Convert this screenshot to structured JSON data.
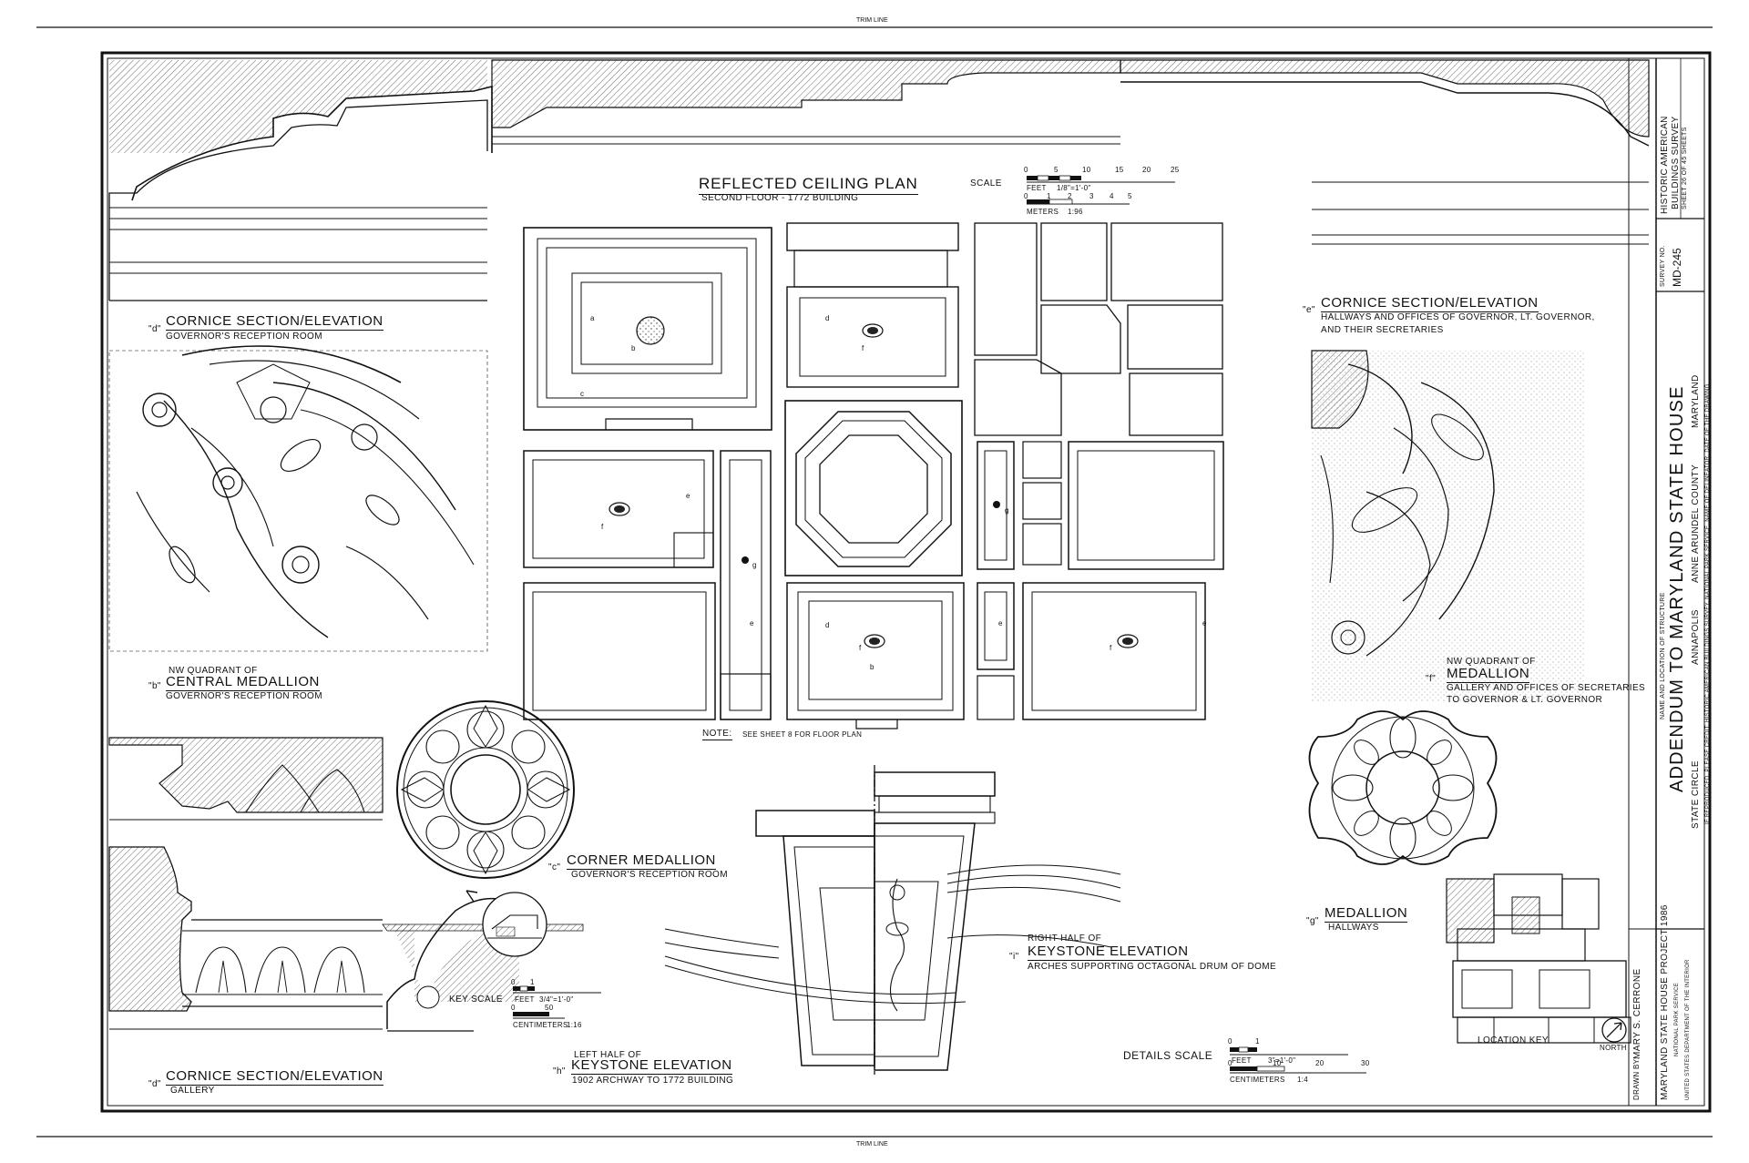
{
  "sheet": {
    "trim_top": "TRIM LINE",
    "trim_bottom": "TRIM LINE"
  },
  "ceiling_plan": {
    "title": "REFLECTED CEILING PLAN",
    "subtitle": "SECOND FLOOR - 1772 BUILDING",
    "scale_label": "SCALE",
    "feet_label": "FEET",
    "feet_scale": "1/8\"=1'-0\"",
    "feet_ticks": [
      "0",
      "5",
      "10",
      "15",
      "20",
      "25"
    ],
    "meters_ticks": [
      "0",
      "1",
      "2",
      "3",
      "4",
      "5"
    ],
    "meters_label": "METERS",
    "meters_scale": "1:96",
    "note_label": "NOTE:",
    "note_text": "SEE SHEET 8 FOR FLOOR PLAN",
    "tags": [
      "a",
      "b",
      "c",
      "d",
      "e",
      "f",
      "g"
    ]
  },
  "drawings": {
    "d_top": {
      "mark": "\"d\"",
      "title": "CORNICE SECTION/ELEVATION",
      "subtitle": "GOVERNOR'S RECEPTION ROOM"
    },
    "b": {
      "pre": "NW QUADRANT OF",
      "mark": "\"b\"",
      "title": "CENTRAL MEDALLION",
      "subtitle": "GOVERNOR'S RECEPTION ROOM"
    },
    "c": {
      "mark": "\"c\"",
      "title": "CORNER MEDALLION",
      "subtitle": "GOVERNOR'S RECEPTION ROOM"
    },
    "d_bottom": {
      "mark": "\"d\"",
      "title": "CORNICE SECTION/ELEVATION",
      "subtitle": "GALLERY"
    },
    "h": {
      "pre": "LEFT HALF OF",
      "mark": "\"h\"",
      "title": "KEYSTONE ELEVATION",
      "subtitle": "1902 ARCHWAY TO 1772 BUILDING"
    },
    "i": {
      "pre": "RIGHT HALF OF",
      "mark": "\"i\"",
      "title": "KEYSTONE ELEVATION",
      "subtitle": "ARCHES SUPPORTING OCTAGONAL DRUM OF DOME"
    },
    "e": {
      "mark": "\"e\"",
      "title": "CORNICE SECTION/ELEVATION",
      "subtitle_1": "HALLWAYS AND OFFICES OF GOVERNOR, LT. GOVERNOR,",
      "subtitle_2": "AND THEIR SECRETARIES"
    },
    "f": {
      "pre": "NW QUADRANT OF",
      "mark": "\"f\"",
      "title": "MEDALLION",
      "subtitle_1": "GALLERY AND OFFICES OF SECRETARIES",
      "subtitle_2": "TO GOVERNOR & LT. GOVERNOR"
    },
    "g": {
      "mark": "\"g\"",
      "title": "MEDALLION",
      "subtitle": "HALLWAYS"
    }
  },
  "key_scale": {
    "label": "KEY SCALE",
    "feet_label": "FEET",
    "feet_scale": "3/4\"=1'-0\"",
    "feet_ticks": [
      "0",
      "1"
    ],
    "cm_ticks": [
      "0",
      "50"
    ],
    "cm_label": "CENTIMETERS",
    "cm_scale": "1:16"
  },
  "details_scale": {
    "label": "DETAILS SCALE",
    "feet_label": "FEET",
    "feet_scale": "3\"=1'-0\"",
    "feet_ticks": [
      "0",
      "1"
    ],
    "cm_ticks": [
      "0",
      "10",
      "20",
      "30"
    ],
    "cm_label": "CENTIMETERS",
    "cm_scale": "1:4"
  },
  "location_key": {
    "label": "LOCATION KEY",
    "north": "NORTH"
  },
  "title_block": {
    "survey_org_1": "HISTORIC AMERICAN",
    "survey_org_2": "BUILDINGS SURVEY",
    "sheet_no": "SHEET 26 OF 45 SHEETS",
    "survey_no_label": "SURVEY NO.",
    "survey_no": "MD-245",
    "name_caption": "NAME AND LOCATION OF STRUCTURE",
    "structure": "ADDENDUM TO MARYLAND STATE HOUSE",
    "street": "STATE CIRCLE",
    "city": "ANNAPOLIS",
    "county": "ANNE ARUNDEL COUNTY",
    "state": "MARYLAND",
    "credit": "IF REPRODUCED, PLEASE CREDIT: HISTORIC AMERICAN BUILDINGS SURVEY, NATIONAL PARK SERVICE, NAME OF DELINEATOR, DATE OF THE DRAWING",
    "drawn_by_label": "DRAWN BY:",
    "drawn_by": "MARY S. CERRONE",
    "project": "MARYLAND STATE HOUSE PROJECT 1986",
    "agency_1": "NATIONAL PARK SERVICE",
    "agency_2": "UNITED STATES DEPARTMENT OF THE INTERIOR"
  }
}
